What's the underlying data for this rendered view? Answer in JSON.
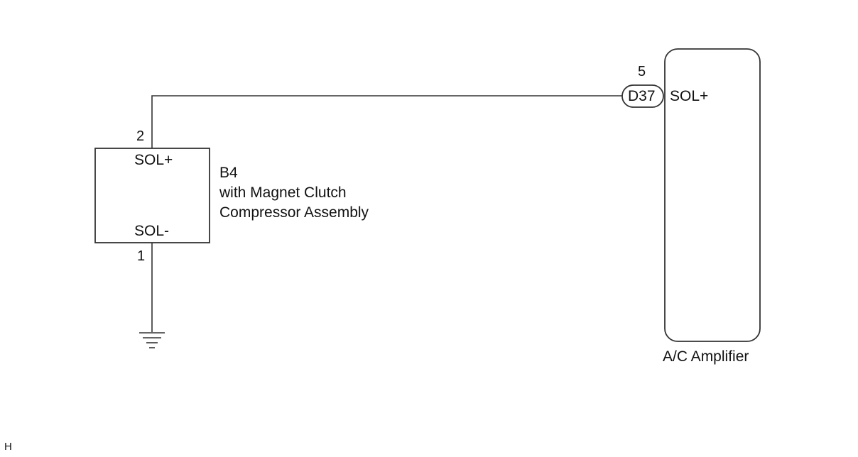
{
  "component_b4": {
    "code": "B4",
    "name_line1": "with Magnet Clutch",
    "name_line2": "Compressor Assembly",
    "terminal_top_label": "SOL+",
    "terminal_bottom_label": "SOL-",
    "pin_top": "2",
    "pin_bottom": "1"
  },
  "connector": {
    "code": "D37",
    "pin": "5"
  },
  "amplifier": {
    "name": "A/C Amplifier",
    "terminal_label": "SOL+"
  },
  "corner_mark": "H",
  "colors": {
    "line": "#333333",
    "background": "#ffffff"
  }
}
